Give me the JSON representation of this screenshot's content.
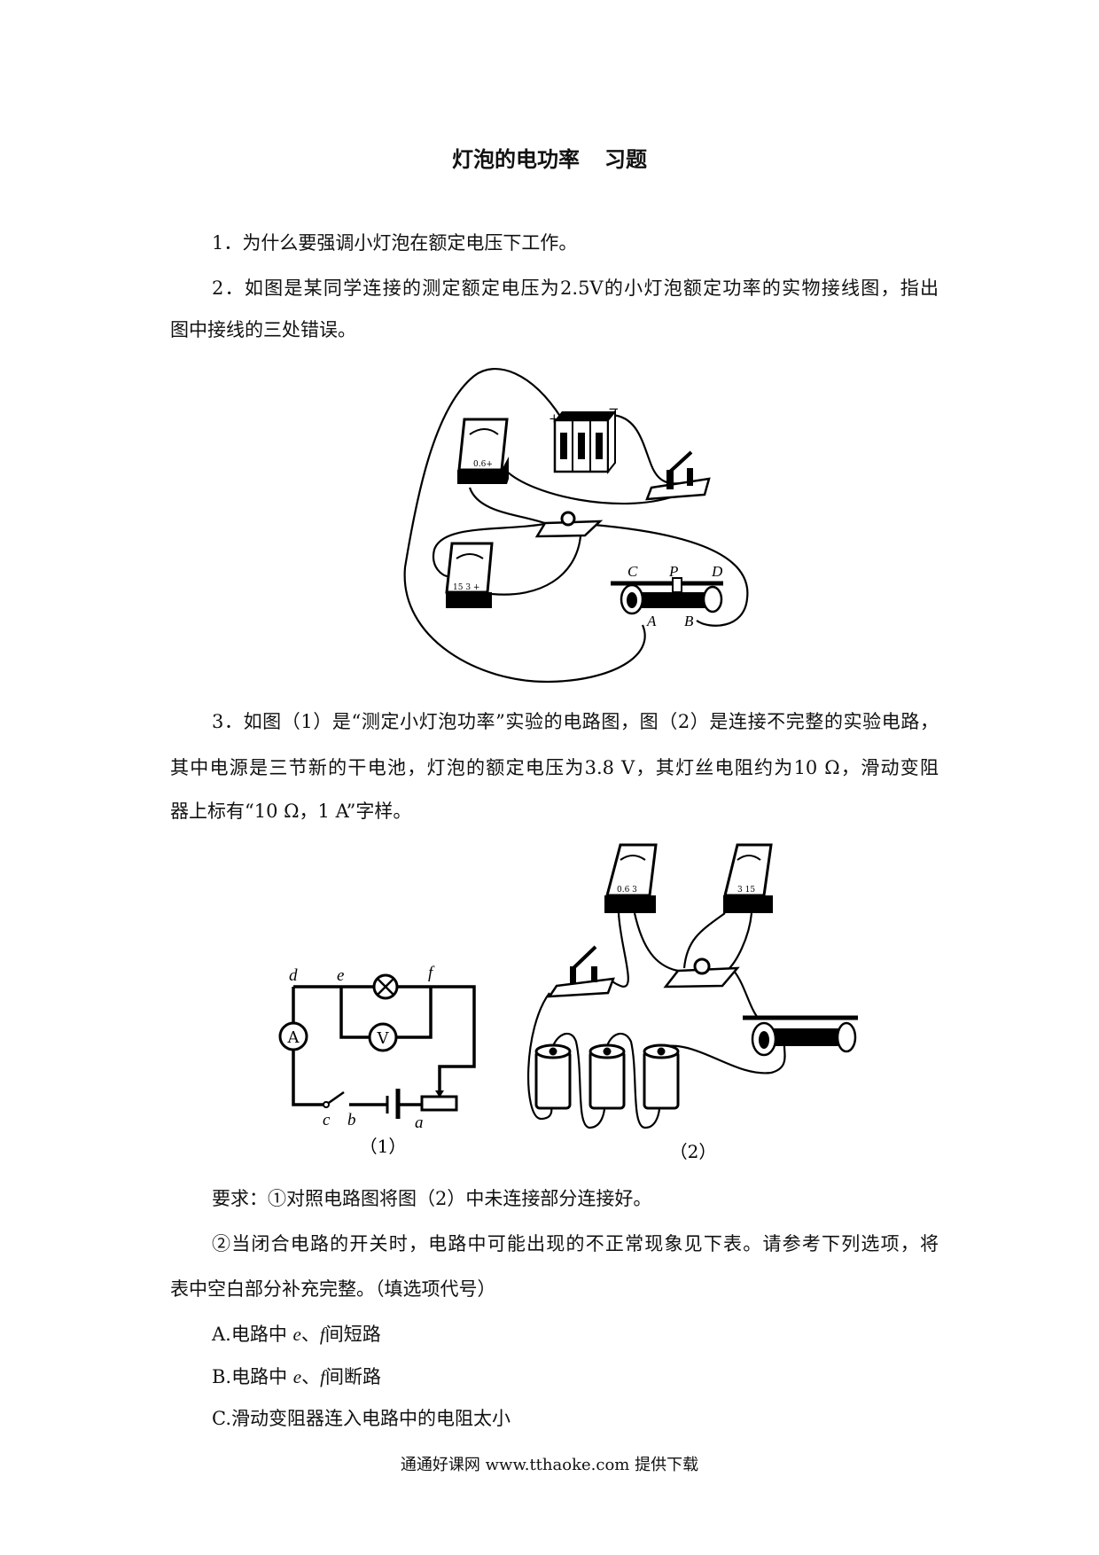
{
  "title": {
    "main": "灯泡的电功率",
    "sub": "习题"
  },
  "q1": "1．为什么要强调小灯泡在额定电压下工作。",
  "q2": {
    "lines": [
      "2．如图是某同学连接的测定额定电压为2.5V的小灯泡额定功率的实物接线图，指出",
      "图中接线的三处错误。"
    ]
  },
  "figure1": {
    "battery_plus": "+",
    "battery_minus": "−",
    "ammeter_scale": "0.6+",
    "voltmeter_scale": "15 3 +",
    "rheostat_labels": {
      "C": "C",
      "P": "P",
      "D": "D",
      "A": "A",
      "B": "B"
    }
  },
  "q3": {
    "lines": [
      "3．如图（1）是“测定小灯泡功率”实验的电路图，图（2）是连接不完整的实验电路，",
      "其中电源是三节新的干电池，灯泡的额定电压为3.8 V，其灯丝电阻约为10 Ω，滑动变阻",
      "器上标有“10 Ω，1 A”字样。"
    ]
  },
  "figure_circuit": {
    "nodes": {
      "d": "d",
      "e": "e",
      "f": "f",
      "c": "c",
      "b": "b",
      "a": "a"
    },
    "ammeter": "A",
    "voltmeter": "V",
    "caption": "（1）"
  },
  "figure_physical": {
    "ammeter_scale": "0.6 3",
    "voltmeter_scale": "3 15",
    "caption": "（2）"
  },
  "requirements": {
    "r1": "要求：①对照电路图将图（2）中未连接部分连接好。",
    "r2_lines": [
      "②当闭合电路的开关时，电路中可能出现的不正常现象见下表。请参考下列选项，将",
      "表中空白部分补充完整。（填选项代号）"
    ]
  },
  "options": [
    {
      "prefix": "A.电路中 ",
      "e": "e",
      "sep": "、",
      "f": "f",
      "suffix": "间短路"
    },
    {
      "prefix": "B.电路中 ",
      "e": "e",
      "sep": "、",
      "f": "f",
      "suffix": "间断路"
    },
    {
      "label": "C.滑动变阻器连入电路中的电阻太小"
    }
  ],
  "footer": "通通好课网  www.tthaoke.com  提供下载"
}
